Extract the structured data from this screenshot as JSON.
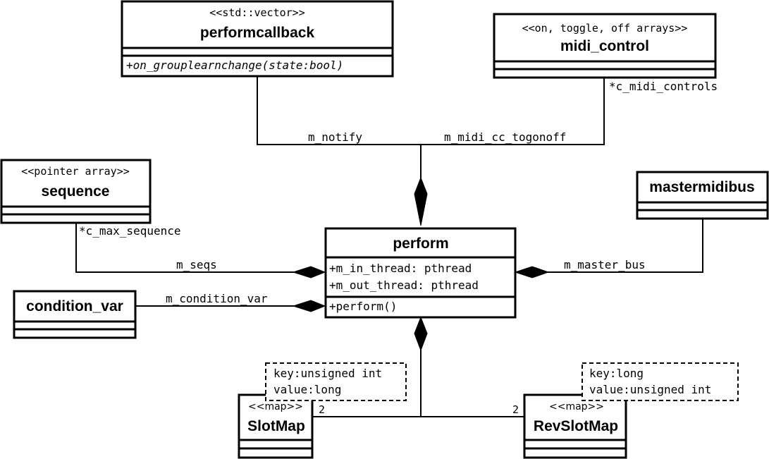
{
  "classes": {
    "performcallback": {
      "stereotype": "<<std::vector>>",
      "name": "performcallback",
      "operation": "+on_grouplearnchange(state:bool)"
    },
    "midi_control": {
      "stereotype": "<<on, toggle, off arrays>>",
      "name": "midi_control"
    },
    "sequence": {
      "stereotype": "<<pointer array>>",
      "name": "sequence"
    },
    "mastermidibus": {
      "name": "mastermidibus"
    },
    "perform": {
      "name": "perform",
      "attribute_1": "+m_in_thread: pthread",
      "attribute_2": "+m_out_thread: pthread",
      "operation": "+perform()"
    },
    "condition_var": {
      "name": "condition_var"
    },
    "slotmap": {
      "stereotype": "<<map>>",
      "name": "SlotMap",
      "multiplicity": "2"
    },
    "revslotmap": {
      "stereotype": "<<map>>",
      "name": "RevSlotMap",
      "multiplicity": "2"
    }
  },
  "notes": {
    "slotmap_note": {
      "line_1": "key:unsigned int",
      "line_2": "value:long"
    },
    "revslotmap_note": {
      "line_1": "key:long",
      "line_2": "value:unsigned int"
    }
  },
  "associations": {
    "m_notify": "m_notify",
    "m_midi_cc_togonoff": "m_midi_cc_togonoff",
    "c_midi_controls": "*c_midi_controls",
    "c_max_sequence": "*c_max_sequence",
    "m_seqs": "m_seqs",
    "m_master_bus": "m_master_bus",
    "m_condition_var": "m_condition_var"
  }
}
